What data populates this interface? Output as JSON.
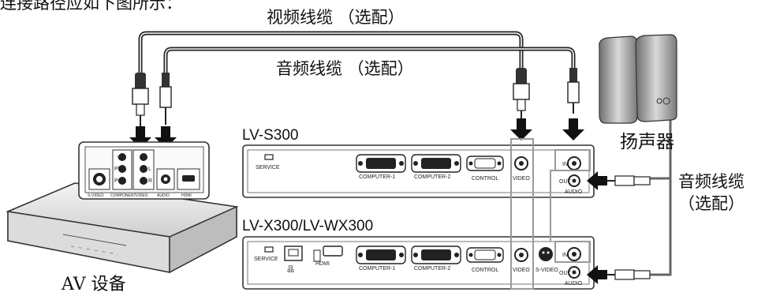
{
  "top_caption": "连接路径应如下图所示：",
  "labels": {
    "video_cable": "视频线缆 （选配）",
    "audio_cable": "音频线缆 （选配）",
    "speakers": "扬声器",
    "audio_cable_right_line1": "音频线缆",
    "audio_cable_right_line2": "（选配）",
    "av_device": "AV 设备",
    "projector_1": "LV-S300",
    "projector_2": "LV-X300/LV-WX300"
  },
  "projector_1_ports": {
    "service": "SERVICE",
    "computer1": "COMPUTER-1",
    "computer2": "COMPUTER-2",
    "control": "CONTROL",
    "video": "VIDEO",
    "in": "IN",
    "out": "OUT",
    "audio": "AUDIO"
  },
  "projector_2_ports": {
    "service": "SERVICE",
    "hdmi": "HDMI",
    "computer1": "COMPUTER-1",
    "computer2": "COMPUTER-2",
    "control": "CONTROL",
    "video": "VIDEO",
    "svideo": "S-VIDEO",
    "in": "IN",
    "out": "OUT",
    "audio": "AUDIO"
  },
  "av_panel_ports": {
    "svideo": "S-VIDEO",
    "component": "COMPONENT",
    "video": "VIDEO",
    "audio": "AUDIO",
    "hdmi": "HDMI",
    "y": "Y",
    "pb": "Pb",
    "pr": "Pr",
    "l": "L",
    "r": "R"
  }
}
